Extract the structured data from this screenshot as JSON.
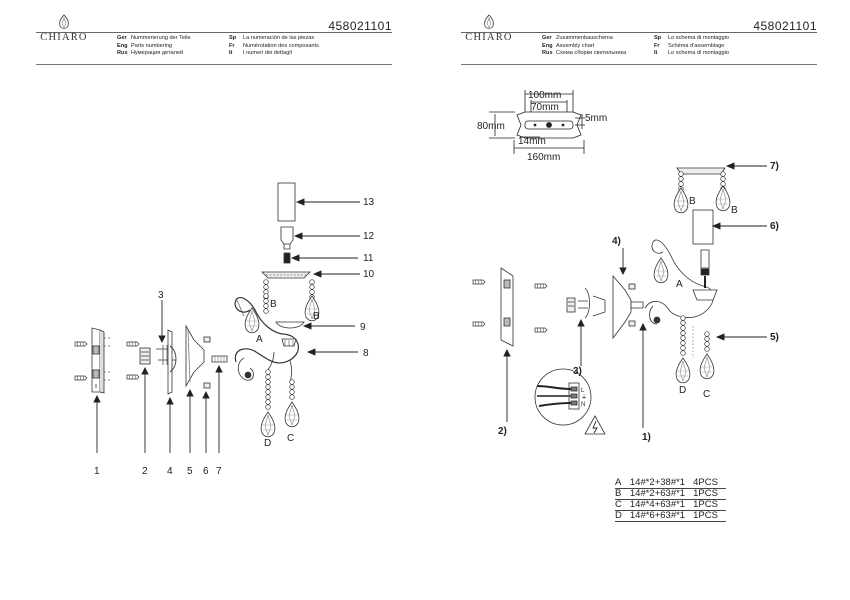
{
  "brand": "CHIARO",
  "left": {
    "code": "458021101",
    "legend_col1": [
      {
        "lang": "Ger",
        "text": "Nummerierung der Teile"
      },
      {
        "lang": "Eng",
        "text": "Parts numbering"
      },
      {
        "lang": "Rus",
        "text": "Нумерация деталей"
      }
    ],
    "legend_col2": [
      {
        "lang": "Sp",
        "text": "La numeración de las piezas"
      },
      {
        "lang": "Fr",
        "text": "Numérotation des composants"
      },
      {
        "lang": "It",
        "text": "I numeri dei dettagli"
      }
    ],
    "part_numbers": [
      "1",
      "2",
      "3",
      "4",
      "5",
      "6",
      "7",
      "8",
      "9",
      "10",
      "11",
      "12",
      "13"
    ],
    "crystal_labels": [
      "A",
      "B",
      "B",
      "C",
      "D"
    ]
  },
  "right": {
    "code": "458021101",
    "legend_col1": [
      {
        "lang": "Ger",
        "text": "Zusammenbauschema"
      },
      {
        "lang": "Eng",
        "text": "Assembly chart"
      },
      {
        "lang": "Rus",
        "text": "Схема сборки светильника"
      }
    ],
    "legend_col2": [
      {
        "lang": "Sp",
        "text": "Lo schema di montaggio"
      },
      {
        "lang": "Fr",
        "text": "Schéma d'assemblage"
      },
      {
        "lang": "It",
        "text": "Lo schema di montaggio"
      }
    ],
    "dimensions": {
      "w100": "100mm",
      "w70": "70mm",
      "d5": "5mm",
      "h80": "80mm",
      "w14": "14mm",
      "w160": "160mm"
    },
    "steps": [
      "1)",
      "2)",
      "3)",
      "4)",
      "5)",
      "6)",
      "7)"
    ],
    "crystal_labels": [
      "A",
      "B",
      "B",
      "C",
      "D"
    ],
    "wiring_labels": [
      "L",
      "⏚",
      "N"
    ],
    "parts_table": [
      {
        "type": "A",
        "spec": "14#*2+38#*1",
        "qty": "4PCS"
      },
      {
        "type": "B",
        "spec": "14#*2+63#*1",
        "qty": "1PCS"
      },
      {
        "type": "C",
        "spec": "14#*4+63#*1",
        "qty": "1PCS"
      },
      {
        "type": "D",
        "spec": "14#*6+63#*1",
        "qty": "1PCS"
      }
    ]
  }
}
